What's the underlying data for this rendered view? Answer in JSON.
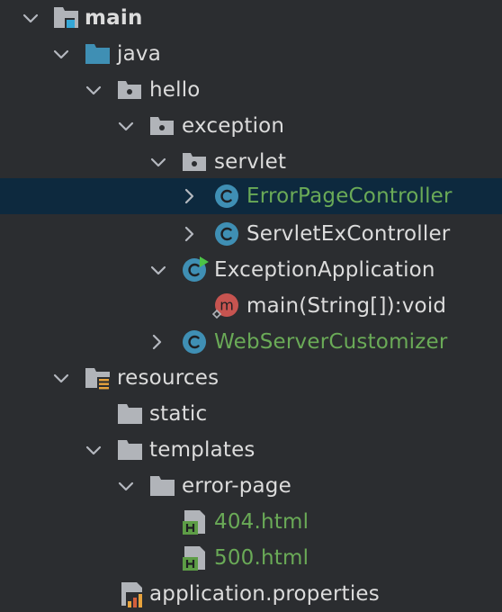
{
  "colors": {
    "background": "#2b2d30",
    "selection": "#0d293e",
    "text": "#dcdcdc",
    "modified_text": "#6aaa57",
    "folder_icon": "#b1b4b9",
    "source_folder_icon": "#3f8fb4",
    "class_icon": "#3f8fb4",
    "method_icon": "#c75450",
    "html_icon": "#5d9d46"
  },
  "tree": {
    "main": {
      "label": "main",
      "icon": "module-folder-icon"
    },
    "java": {
      "label": "java",
      "icon": "source-folder-icon"
    },
    "hello": {
      "label": "hello",
      "icon": "package-icon"
    },
    "exception": {
      "label": "exception",
      "icon": "package-icon"
    },
    "servlet": {
      "label": "servlet",
      "icon": "package-icon"
    },
    "error_page_controller": {
      "label": "ErrorPageController",
      "icon": "class-icon"
    },
    "servlet_ex_controller": {
      "label": "ServletExController",
      "icon": "class-icon"
    },
    "exception_application": {
      "label": "ExceptionApplication",
      "icon": "spring-boot-class-icon"
    },
    "main_method": {
      "label": "main(String[]):void",
      "icon": "method-icon",
      "badge": "m"
    },
    "web_server_customizer": {
      "label": "WebServerCustomizer",
      "icon": "class-icon"
    },
    "resources": {
      "label": "resources",
      "icon": "resources-folder-icon"
    },
    "static": {
      "label": "static",
      "icon": "folder-icon"
    },
    "templates": {
      "label": "templates",
      "icon": "folder-icon"
    },
    "error_page": {
      "label": "error-page",
      "icon": "folder-icon"
    },
    "html_404": {
      "label": "404.html",
      "icon": "html-file-icon"
    },
    "html_500": {
      "label": "500.html",
      "icon": "html-file-icon"
    },
    "application_properties": {
      "label": "application.properties",
      "icon": "properties-file-icon"
    }
  }
}
